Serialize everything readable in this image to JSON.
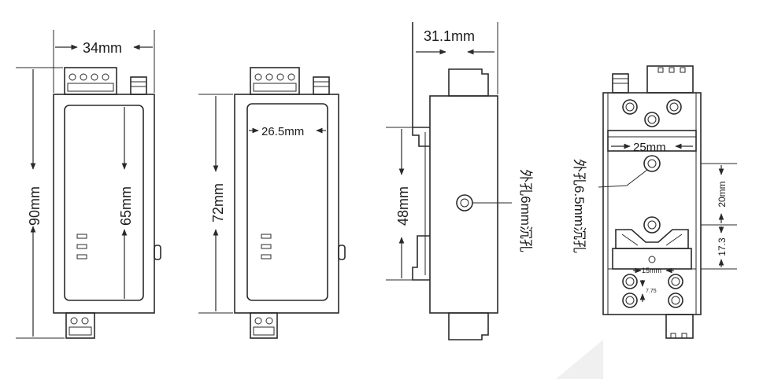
{
  "front_view": {
    "width_label": "34mm",
    "height_label": "90mm",
    "panel_label": "65mm"
  },
  "second_view": {
    "height_label": "72mm",
    "width_label": "26.5mm"
  },
  "side_view": {
    "depth_label": "31.1mm",
    "height_label": "48mm",
    "hole_label": "外孔6mm沉孔"
  },
  "back_view": {
    "hole_label": "外孔6.5mm沉孔",
    "spacing_label": "25mm",
    "vertical_label_1": "20mm",
    "vertical_label_2": "17.3",
    "small_spacing_label": "15mm",
    "tiny_label": "7.75"
  }
}
